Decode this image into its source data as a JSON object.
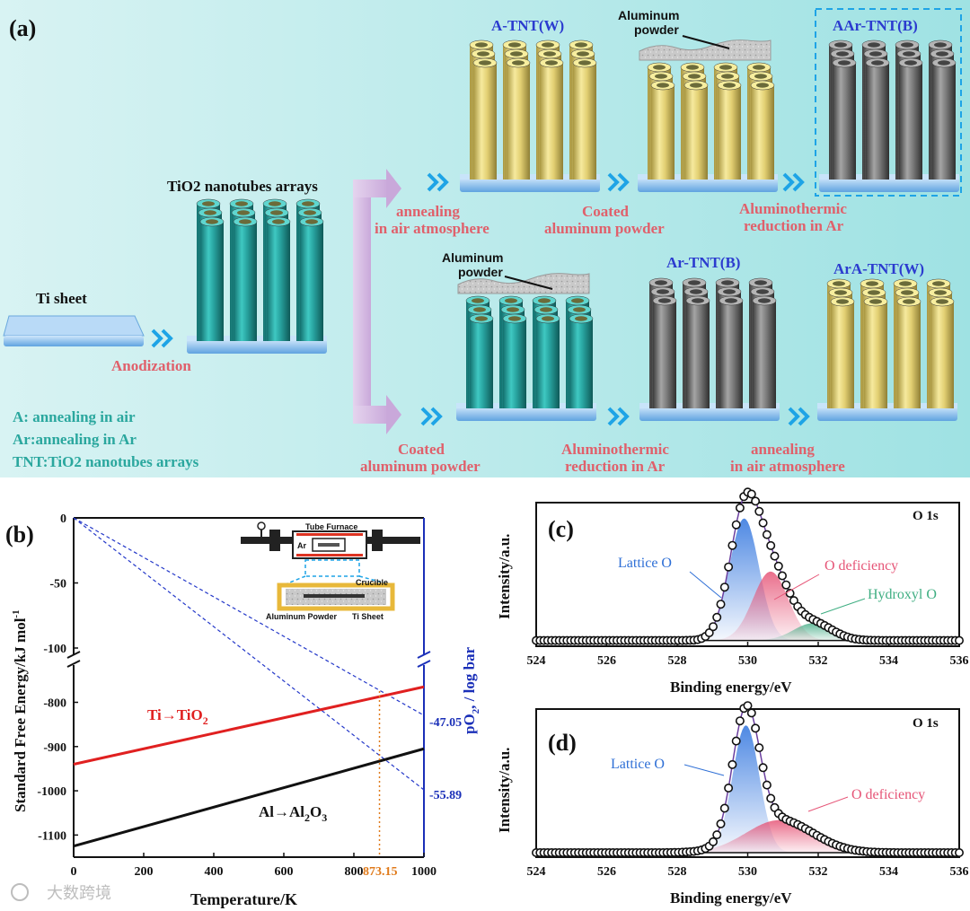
{
  "panel_a": {
    "label": "(a)",
    "ti_sheet": "Ti sheet",
    "tio2_arrays": "TiO2 nanotubes arrays",
    "anodization": "Anodization",
    "legend": [
      "A: annealing in air",
      "Ar:annealing in Ar",
      "TNT:TiO2 nanotubes arrays"
    ],
    "top_row": {
      "step1": [
        "annealing",
        "in air atmosphere"
      ],
      "step2": [
        "Coated",
        "aluminum powder"
      ],
      "step3": [
        "Aluminothermic",
        "reduction in Ar"
      ],
      "sample1": "A-TNT(W)",
      "sample_final": "AAr-TNT(B)",
      "powder_label": [
        "Aluminum",
        "powder"
      ]
    },
    "bottom_row": {
      "step1": [
        "Coated",
        "aluminum powder"
      ],
      "step2": [
        "Aluminothermic",
        "reduction in Ar"
      ],
      "step3": [
        "annealing",
        "in air atmosphere"
      ],
      "sample2": "Ar-TNT(B)",
      "sample_final": "ArA-TNT(W)",
      "powder_label": [
        "Aluminum",
        "powder"
      ]
    },
    "colors": {
      "teal": "#27a7a3",
      "yellow": "#e7d67c",
      "gray": "#6d6d6d",
      "step_text": "#e0606b",
      "sample_text": "#2b3bcf",
      "legend_text": "#2aa79e"
    }
  },
  "panel_b": {
    "label": "(b)",
    "inset": {
      "furnace": "Tube Furnace",
      "ar": "Ar",
      "crucible": "Crucible",
      "powder": "Aluminum Powder",
      "sheet": "Ti Sheet"
    },
    "line_labels": {
      "ti": "Ti→TiO",
      "ti_sub": "2",
      "al": "Al→Al",
      "al_sub1": "2",
      "al_mid": "O",
      "al_sub2": "3"
    },
    "right_values": [
      "-47.05",
      "-55.89"
    ],
    "marker": "873.15"
  },
  "panel_c": {
    "label": "(c)",
    "tag": "O 1s",
    "peaks": [
      "Lattice O",
      "O deficiency",
      "Hydroxyl O"
    ]
  },
  "panel_d": {
    "label": "(d)",
    "tag": "O 1s",
    "peaks": [
      "Lattice O",
      "O deficiency"
    ]
  },
  "watermark": "大数跨境",
  "chart_data": [
    {
      "type": "line",
      "panel": "b",
      "xlabel": "Temperature/K",
      "ylabel": "Standard Free Energy/kJ mol",
      "ylabel_sup": "-1",
      "y2label": "pO",
      "y2label_sub": "2",
      "y2label_tail": ", / log bar",
      "xlim": [
        0,
        1000
      ],
      "xticks": [
        0,
        200,
        400,
        600,
        800,
        1000
      ],
      "ylim_upper": [
        -100,
        0
      ],
      "yticks_upper": [
        0,
        -50,
        -100
      ],
      "ylim_lower": [
        -1150,
        -730
      ],
      "yticks_lower": [
        -800,
        -900,
        -1000,
        -1100
      ],
      "series": [
        {
          "name": "Ti→TiO2",
          "color": "#e02020",
          "x": [
            0,
            1000
          ],
          "y": [
            -940,
            -765
          ]
        },
        {
          "name": "Al→Al2O3",
          "color": "#111111",
          "x": [
            0,
            1000
          ],
          "y": [
            -1125,
            -905
          ]
        }
      ],
      "po2_lines": [
        {
          "label": "-47.05",
          "x": [
            0,
            1000
          ],
          "y_end": -47.05
        },
        {
          "label": "-55.89",
          "x": [
            0,
            1000
          ],
          "y_end": -55.89
        }
      ],
      "marker_x": 873.15
    },
    {
      "type": "line",
      "panel": "c",
      "xlabel": "Binding energy/eV",
      "ylabel": "Intensity/a.u.",
      "xlim": [
        524,
        536
      ],
      "xticks": [
        524,
        526,
        528,
        530,
        532,
        534,
        536
      ],
      "ylim": [
        0,
        1
      ],
      "baseline": 0.04,
      "peaks": [
        {
          "name": "Lattice O",
          "center": 529.9,
          "height": 0.85,
          "sigma": 0.42,
          "color": "#3a7be0"
        },
        {
          "name": "O deficiency",
          "center": 530.65,
          "height": 0.48,
          "sigma": 0.5,
          "color": "#e65577"
        },
        {
          "name": "Hydroxyl O",
          "center": 531.85,
          "height": 0.12,
          "sigma": 0.55,
          "color": "#4caf8a"
        }
      ]
    },
    {
      "type": "line",
      "panel": "d",
      "xlabel": "Binding energy/eV",
      "ylabel": "Intensity/a.u.",
      "xlim": [
        524,
        536
      ],
      "xticks": [
        524,
        526,
        528,
        530,
        532,
        534,
        536
      ],
      "ylim": [
        0,
        1
      ],
      "baseline": 0.03,
      "peaks": [
        {
          "name": "Lattice O",
          "center": 529.95,
          "height": 0.86,
          "sigma": 0.38,
          "color": "#3a7be0"
        },
        {
          "name": "O deficiency",
          "center": 530.9,
          "height": 0.22,
          "sigma": 0.95,
          "color": "#e65577"
        }
      ]
    }
  ]
}
